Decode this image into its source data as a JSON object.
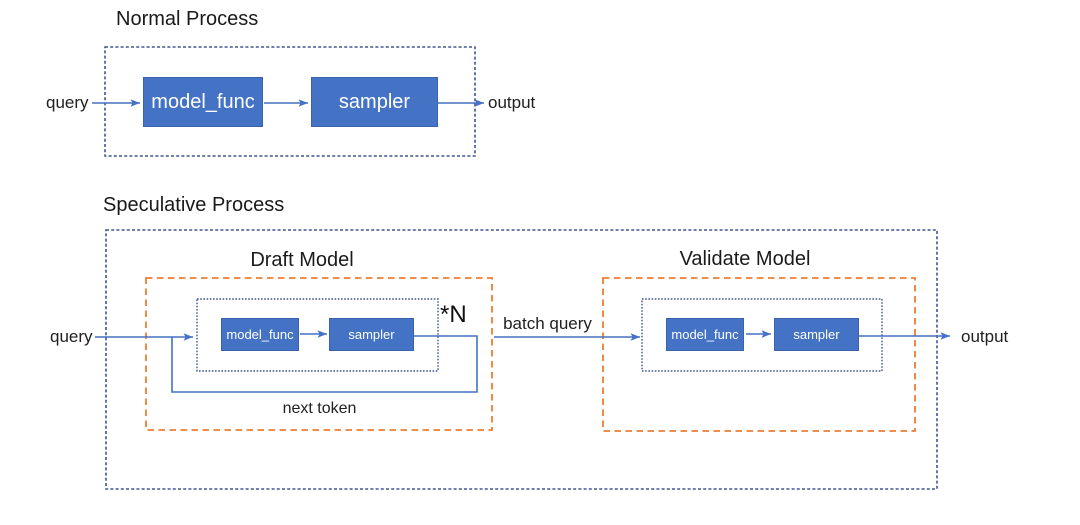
{
  "colors": {
    "box_fill": "#4472C4",
    "box_border": "#3a62ad",
    "arrow": "#4472C4",
    "outer_dash": "#3e5693",
    "inner_dot": "#3e5693",
    "orange_dash": "#ED7D31",
    "text": "#212121",
    "box_text": "#ffffff",
    "background": "#ffffff"
  },
  "normal": {
    "title": "Normal Process",
    "query_label": "query",
    "output_label": "output",
    "model_func_label": "model_func",
    "sampler_label": "sampler"
  },
  "speculative": {
    "title": "Speculative Process",
    "query_label": "query",
    "output_label": "output",
    "batch_query_label": "batch query",
    "next_token_label": "next token",
    "repeat_label": "*N",
    "draft": {
      "title": "Draft Model",
      "model_func_label": "model_func",
      "sampler_label": "sampler"
    },
    "validate": {
      "title": "Validate Model",
      "model_func_label": "model_func",
      "sampler_label": "sampler"
    }
  }
}
